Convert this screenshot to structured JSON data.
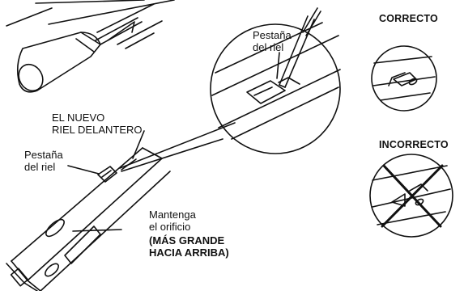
{
  "labels": {
    "tab_zoom": [
      "Pestaña",
      "del riel"
    ],
    "new_rail": [
      "EL NUEVO",
      "RIEL DELANTERO"
    ],
    "tab_rail": [
      "Pestaña",
      "del riel"
    ],
    "hole_note": [
      "Mantenga",
      "el orificio"
    ],
    "hole_note_bold": [
      "(MÁS GRANDE",
      "HACIA ARRIBA)"
    ],
    "correct": "CORRECTO",
    "incorrect": "INCORRECTO"
  },
  "icons": {
    "screwdriver": "screwdriver-icon",
    "rail": "rail-icon",
    "magnifier": "zoom-callout-icon",
    "correct_detail": "correct-tab-icon",
    "incorrect_detail": "incorrect-tab-icon"
  }
}
